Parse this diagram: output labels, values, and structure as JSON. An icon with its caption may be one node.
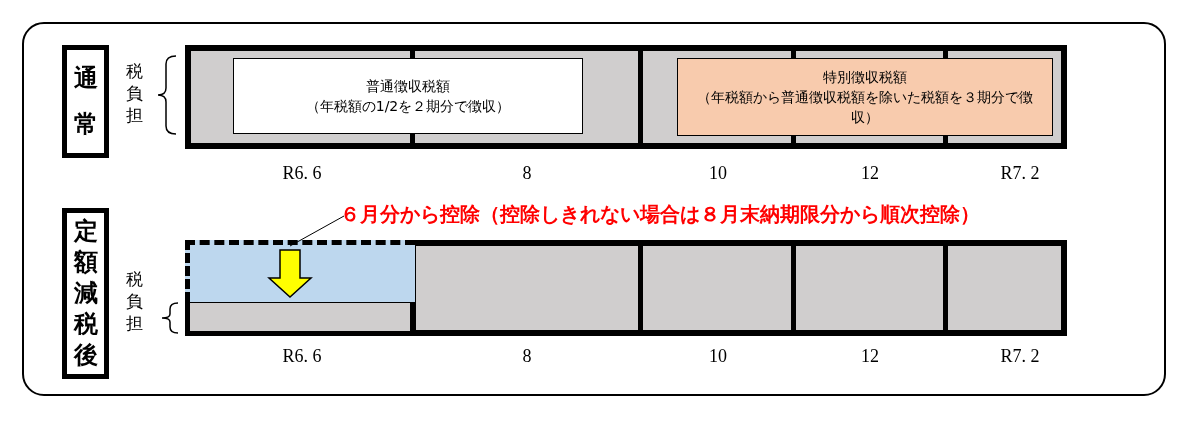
{
  "diagram": {
    "nodes": [
      {
        "text": [
          "通常"
        ]
      },
      {
        "text": [
          "普通徴収税額",
          "（年税額の1/2を２期分で徴収）"
        ]
      },
      {
        "text": [
          "特別徴収税額",
          "（年税額から普通徴収税額を除いた税額を３期分で徴収）"
        ]
      },
      {
        "text": [
          "定額減税後"
        ]
      },
      {
        "text": [
          "６月分から控除（控除しきれない場合は８月末納期限分から順次控除）"
        ]
      },
      {
        "text": [],
        "shape": "box"
      }
    ],
    "edges": [
      {
        "from": 4,
        "to": 5,
        "arrow": "none"
      }
    ],
    "labels": [
      "税負担",
      "R6. 6",
      "8",
      "10",
      "12",
      "R7. 2",
      "税負担",
      "R6. 6",
      "8",
      "10",
      "12",
      "R7. 2"
    ]
  }
}
